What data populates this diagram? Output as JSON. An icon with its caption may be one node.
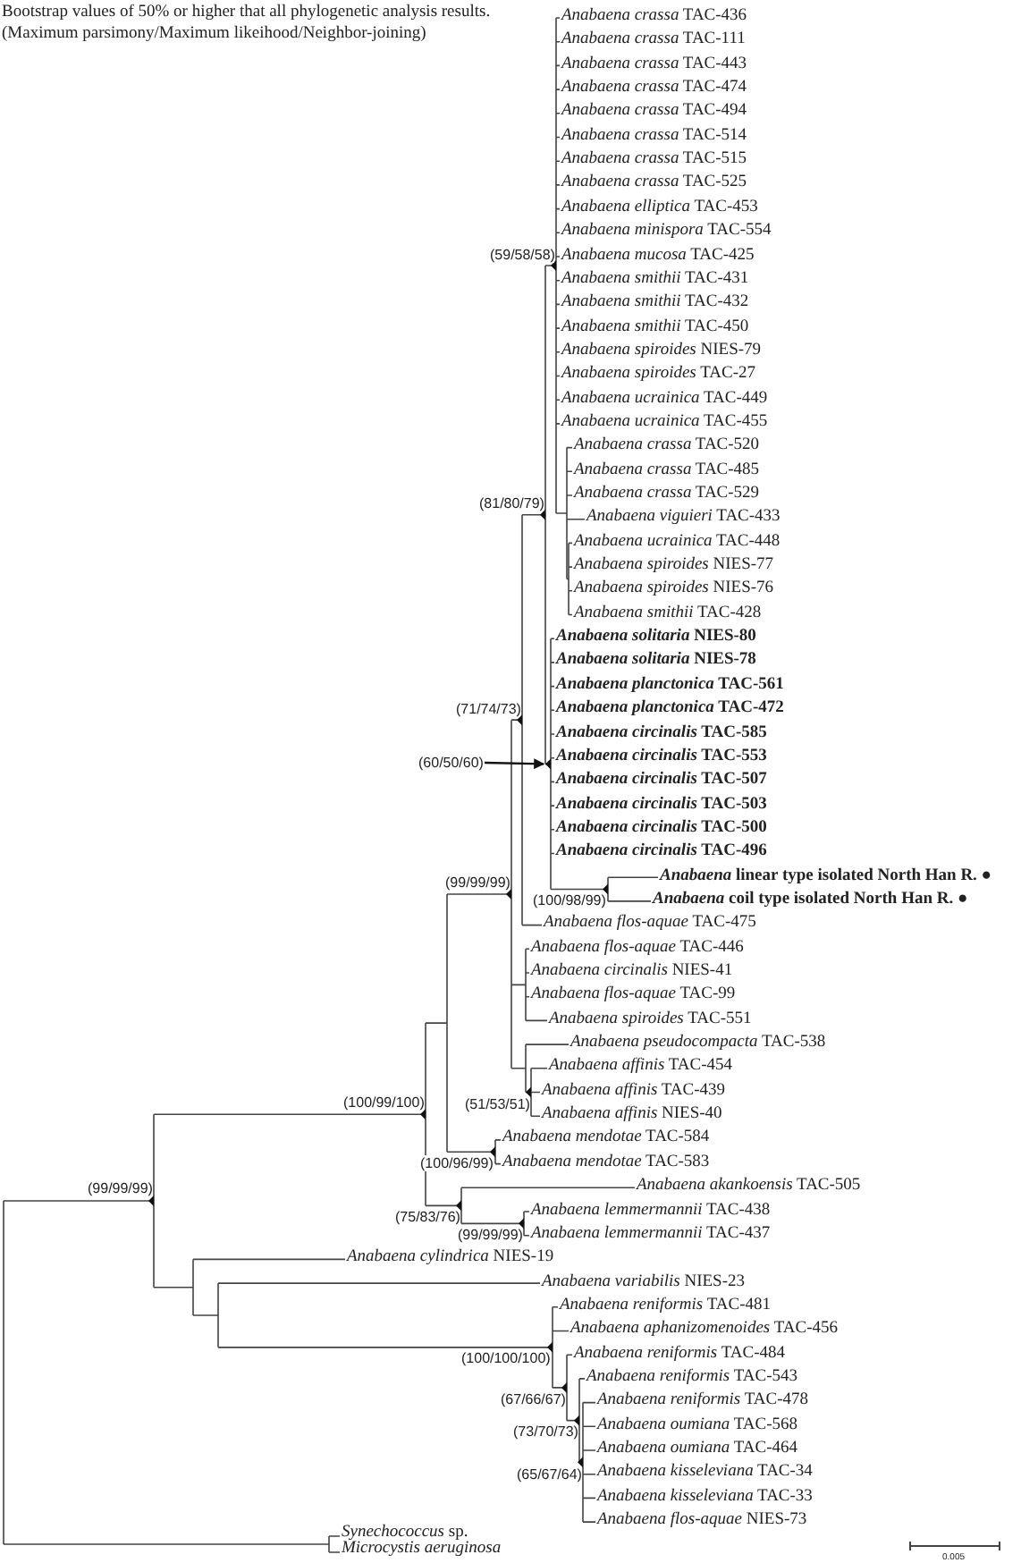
{
  "diagram": {
    "nodes": [
      {
        "text": [
          "(60/50/60)"
        ]
      },
      {
        "text": [],
        "shape": "triangle"
      }
    ],
    "edges": [
      {
        "from": 0,
        "to": 1,
        "arrow": "to"
      }
    ],
    "labels": [
      "Bootstrap values of 50% or higher that all phylogenetic analysis results.",
      "(Maximum parsimony/Maximum likeihood/Neighbor-joining)",
      "*Anabaena crassa* TAC-436",
      "*Anabaena crassa* TAC-111",
      "*Anabaena crassa* TAC-443",
      "*Anabaena crassa* TAC-474",
      "*Anabaena crassa* TAC-494",
      "*Anabaena crassa* TAC-514",
      "*Anabaena crassa* TAC-515",
      "*Anabaena crassa* TAC-525",
      "*Anabaena elliptica* TAC-453",
      "*Anabaena minispora* TAC-554",
      "*Anabaena mucosa* TAC-425",
      "*Anabaena smithii* TAC-431",
      "*Anabaena smithii* TAC-432",
      "*Anabaena smithii* TAC-450",
      "*Anabaena spiroides* NIES-79",
      "*Anabaena spiroides* TAC-27",
      "*Anabaena ucrainica* TAC-449",
      "*Anabaena ucrainica* TAC-455",
      "*Anabaena crassa* TAC-520",
      "*Anabaena crassa* TAC-485",
      "*Anabaena crassa* TAC-529",
      "*Anabaena viguieri* TAC-433",
      "*Anabaena ucrainica* TAC-448",
      "*Anabaena spiroides* NIES-77",
      "*Anabaena spiroides* NIES-76",
      "*Anabaena smithii* TAC-428",
      "*Anabaena solitaria* NIES-80",
      "*Anabaena solitaria* NIES-78",
      "*Anabaena planctonica* TAC-561",
      "*Anabaena planctonica* TAC-472",
      "*Anabaena circinalis* TAC-585",
      "*Anabaena circinalis* TAC-553",
      "*Anabaena circinalis* TAC-507",
      "*Anabaena circinalis* TAC-503",
      "*Anabaena circinalis* TAC-500",
      "*Anabaena circinalis* TAC-496",
      "*Anabaena* linear type isolated North Han R. ●",
      "*Anabaena* coil type isolated North Han R. ●",
      "*Anabaena flos-aquae* TAC-475",
      "*Anabaena flos-aquae* TAC-446",
      "*Anabaena circinalis* NIES-41",
      "*Anabaena flos-aquae* TAC-99",
      "*Anabaena spiroides* TAC-551",
      "*Anabaena pseudocompacta* TAC-538",
      "*Anabaena affinis* TAC-454",
      "*Anabaena affinis* TAC-439",
      "*Anabaena affinis* NIES-40",
      "*Anabaena mendotae* TAC-584",
      "*Anabaena mendotae* TAC-583",
      "*Anabaena akankoensis* TAC-505",
      "*Anabaena lemmermannii* TAC-438",
      "*Anabaena lemmermannii* TAC-437",
      "*Anabaena cylindrica* NIES-19",
      "*Anabaena variabilis* NIES-23",
      "*Anabaena reniformis* TAC-481",
      "*Anabaena aphanizomenoides* TAC-456",
      "*Anabaena reniformis* TAC-484",
      "*Anabaena reniformis* TAC-543",
      "*Anabaena reniformis* TAC-478",
      "*Anabaena oumiana* TAC-568",
      "*Anabaena oumiana* TAC-464",
      "*Anabaena kisseleviana* TAC-34",
      "*Anabaena kisseleviana* TAC-33",
      "*Anabaena flos-aquae* NIES-73",
      "*Synechococcus* sp.",
      "Microcystis aeruginosa",
      "(59/58/58)",
      "(81/80/79)",
      "(71/74/73)",
      "(99/99/99)",
      "(100/98/99)",
      "(51/53/51)",
      "(100/99/100)",
      "(100/96/99)",
      "(99/99/99)",
      "(75/83/76)",
      "(99/99/99)",
      "(100/100/100)",
      "(67/66/67)",
      "(73/70/73)",
      "(65/67/64)",
      "0.005"
    ]
  }
}
